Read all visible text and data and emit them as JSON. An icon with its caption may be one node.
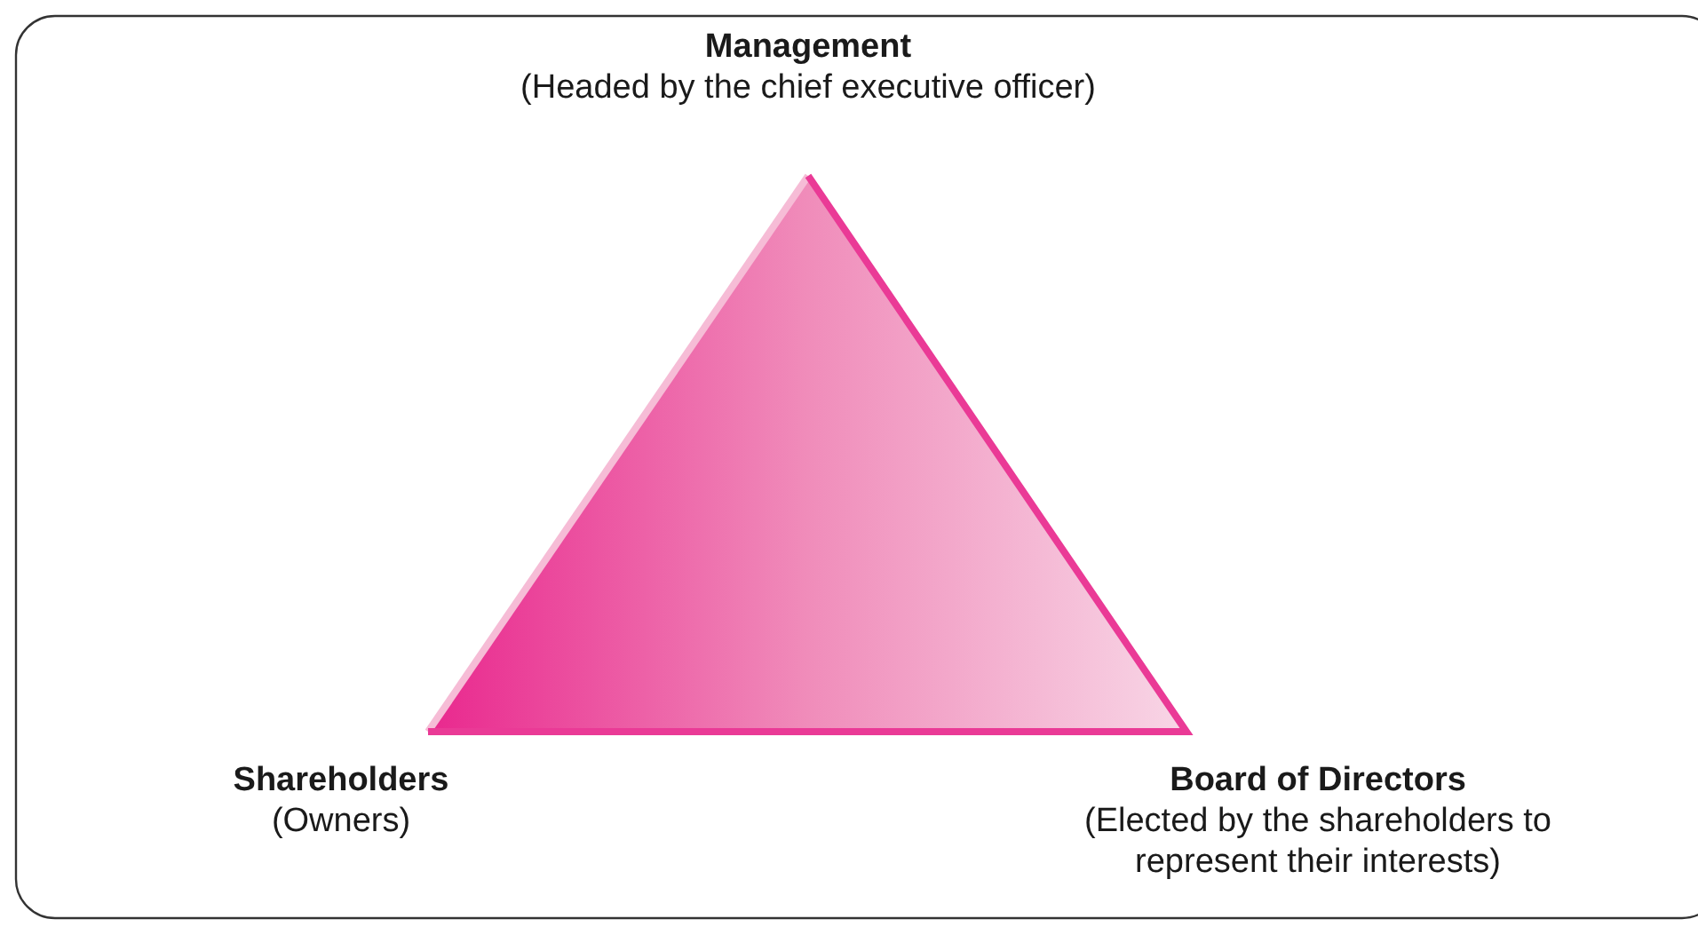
{
  "diagram": {
    "labels": [
      "Management",
      "(Headed by the chief executive officer)",
      "Shareholders",
      "(Owners)",
      "Board of Directors",
      "(Elected by the shareholders to represent their interests)"
    ]
  }
}
